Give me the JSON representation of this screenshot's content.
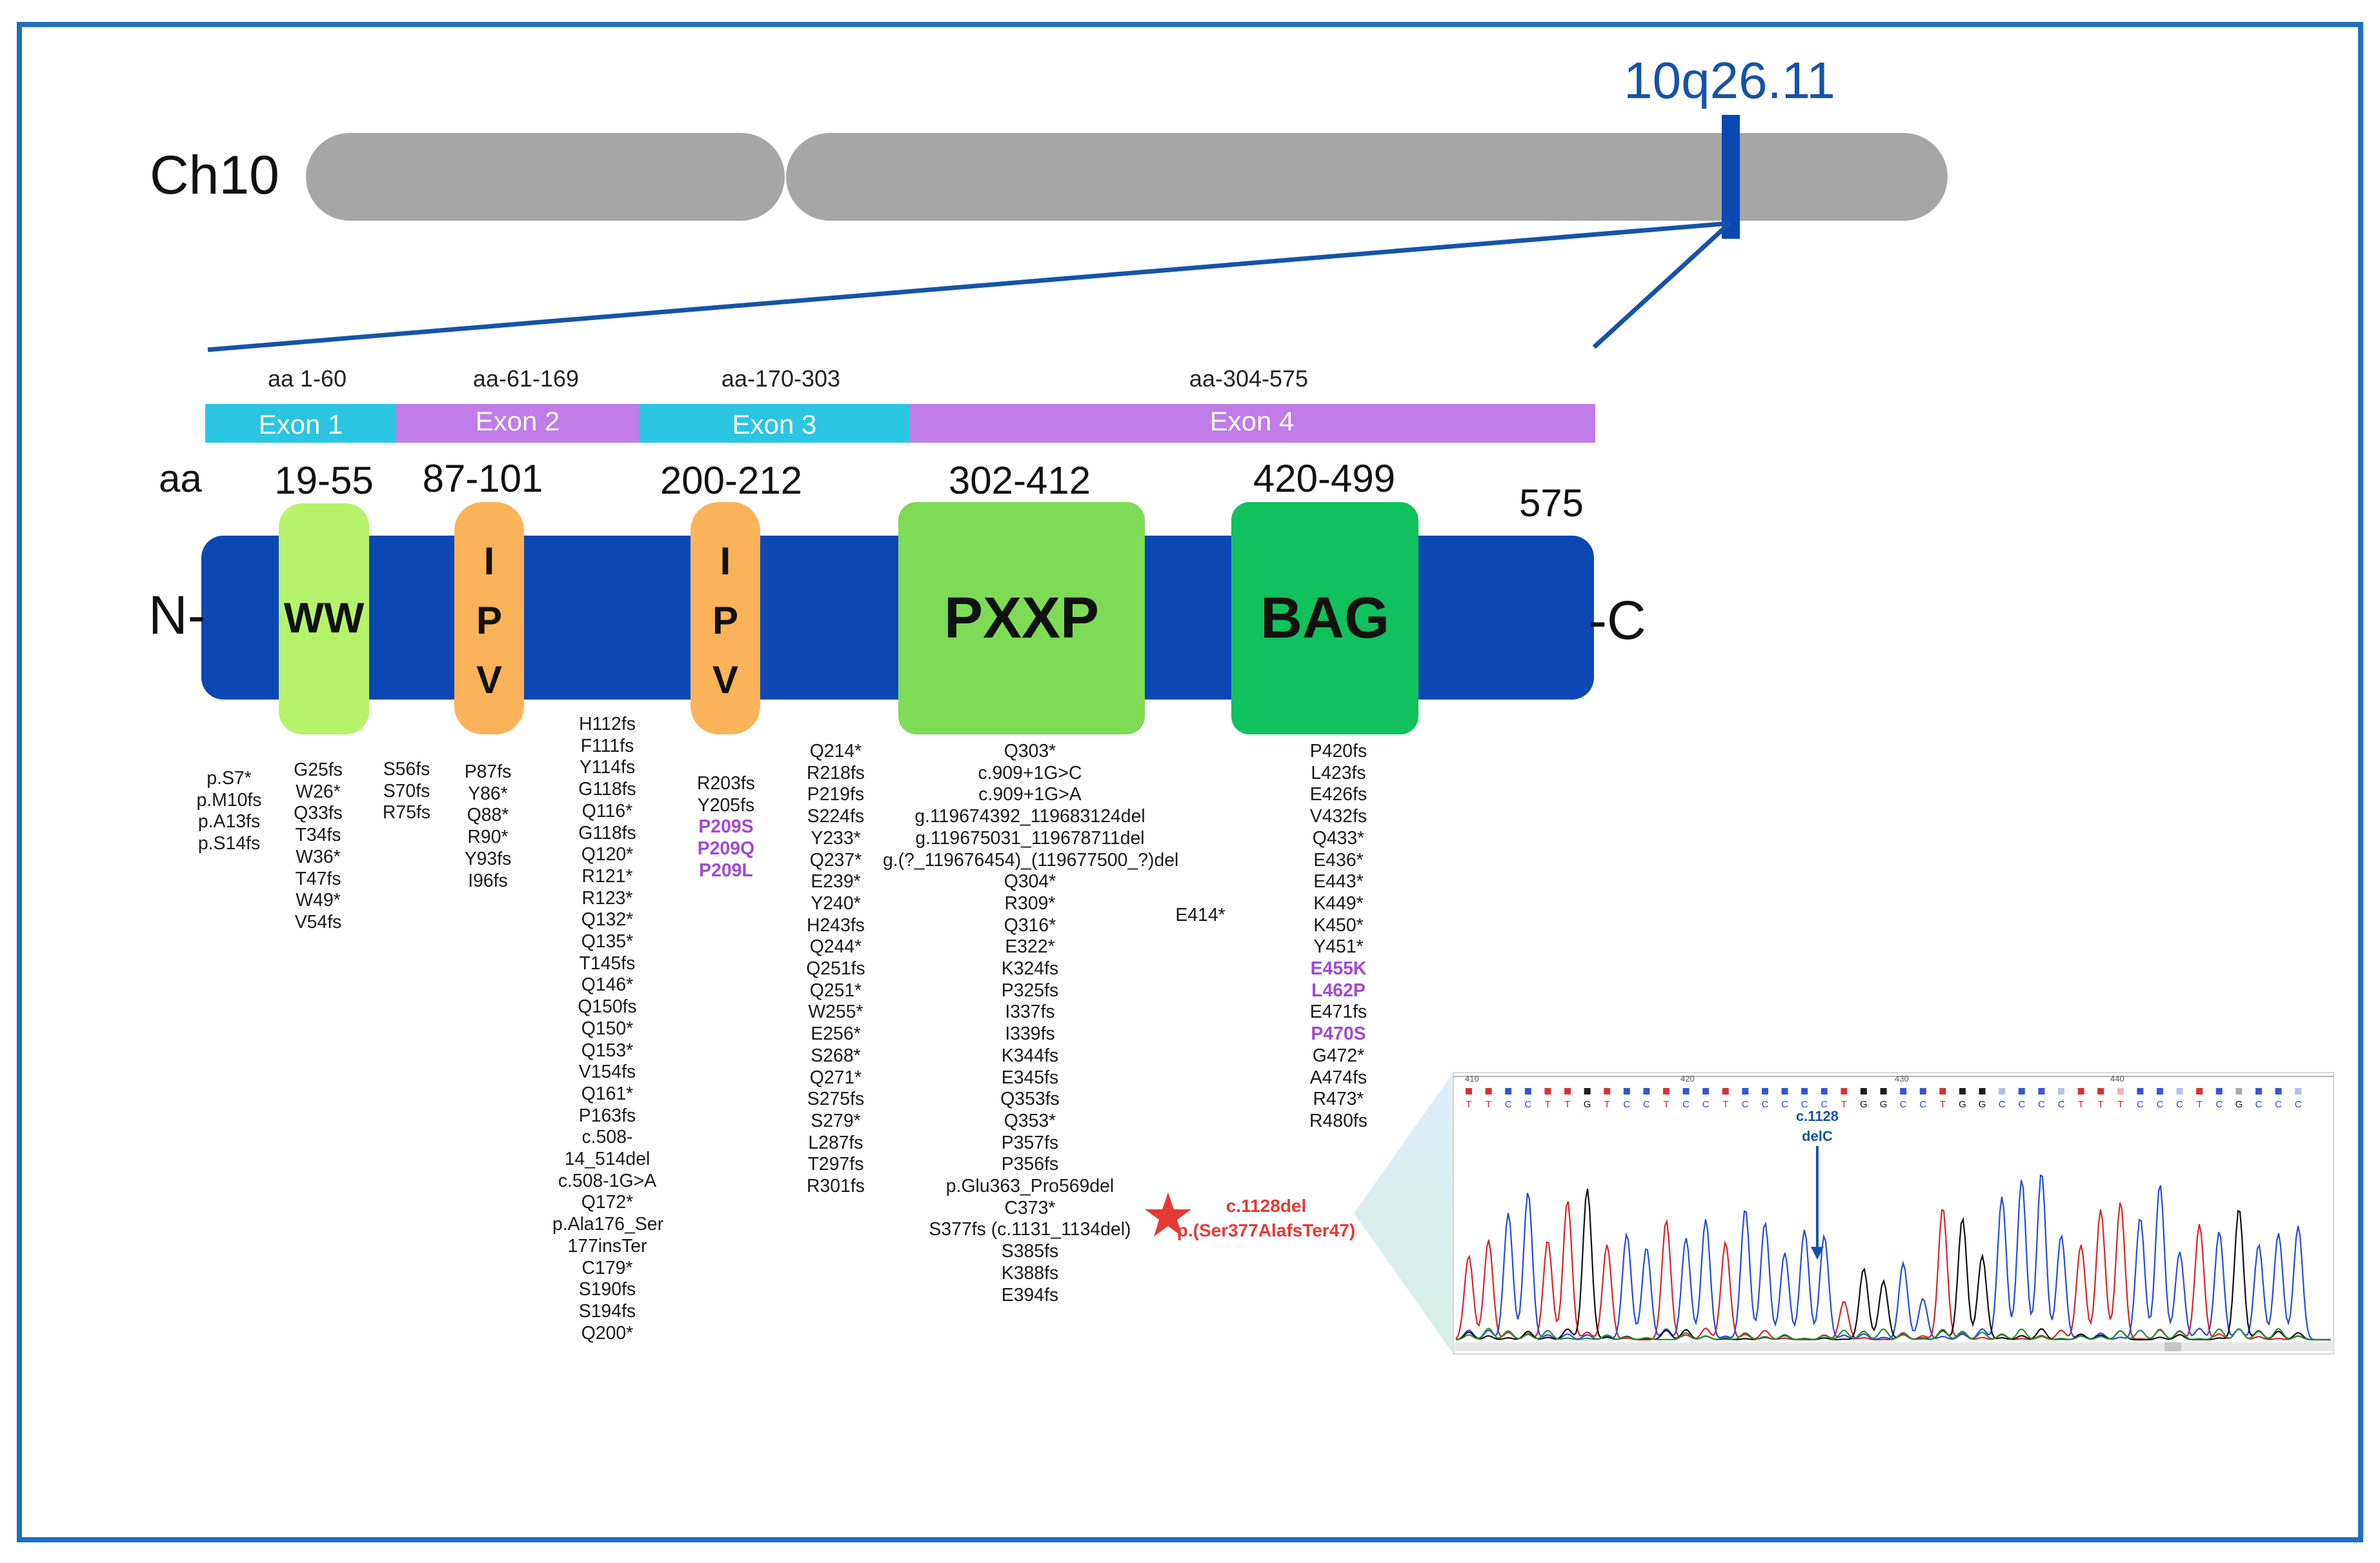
{
  "chromosome": {
    "label": "Ch10",
    "band_label": "10q26.11"
  },
  "exons": [
    {
      "range_label": "aa 1-60",
      "label": "Exon 1",
      "color": "#2cc4e3"
    },
    {
      "range_label": "aa-61-169",
      "label": "Exon 2",
      "color": "#c07ce8"
    },
    {
      "range_label": "aa-170-303",
      "label": "Exon 3",
      "color": "#2cc4e3"
    },
    {
      "range_label": "aa-304-575",
      "label": "Exon 4",
      "color": "#c07ce8"
    }
  ],
  "protein": {
    "aa_label": "aa",
    "n_term": "N-",
    "c_term": "-C",
    "length_label": "575",
    "body_color": "#0b48b4",
    "domains": [
      {
        "id": "ww",
        "range_label": "19-55",
        "name": "WW",
        "color": "#b5f36a"
      },
      {
        "id": "ipv1",
        "range_label": "87-101",
        "name_lines": [
          "I",
          "P",
          "V"
        ],
        "color": "#fbb35a"
      },
      {
        "id": "ipv2",
        "range_label": "200-212",
        "name_lines": [
          "I",
          "P",
          "V"
        ],
        "color": "#fbb35a"
      },
      {
        "id": "pxxp",
        "range_label": "302-412",
        "name": "PXXP",
        "color": "#7ddb55"
      },
      {
        "id": "bag",
        "range_label": "420-499",
        "name": "BAG",
        "color": "#10c15d"
      }
    ]
  },
  "mutation_columns": [
    {
      "id": "col-1",
      "items": [
        "p.S7*",
        "p.M10fs",
        "p.A13fs",
        "p.S14fs"
      ]
    },
    {
      "id": "col-2",
      "items": [
        "G25fs",
        "W26*",
        "Q33fs",
        "T34fs",
        "W36*",
        "T47fs",
        "W49*",
        "V54fs"
      ]
    },
    {
      "id": "col-3",
      "items": [
        "S56fs",
        "S70fs",
        "R75fs"
      ]
    },
    {
      "id": "col-4",
      "items": [
        "P87fs",
        "Y86*",
        "Q88*",
        "R90*",
        "Y93fs",
        "I96fs"
      ]
    },
    {
      "id": "col-5",
      "items": [
        "H112fs",
        "F111fs",
        "Y114fs",
        "G118fs",
        "Q116*",
        "G118fs",
        "Q120*",
        "R121*",
        "R123*",
        "Q132*",
        "Q135*",
        "T145fs",
        "Q146*",
        "Q150fs",
        "Q150*",
        "Q153*",
        "V154fs",
        "Q161*",
        "P163fs",
        "c.508-",
        "14_514del",
        "c.508-1G>A",
        "Q172*",
        "p.Ala176_Ser",
        "177insTer",
        "C179*",
        "S190fs",
        "S194fs",
        "Q200*"
      ]
    },
    {
      "id": "col-6",
      "items": [
        "R203fs",
        "Y205fs",
        "P209S",
        "P209Q",
        "P209L"
      ],
      "highlighted": [
        "P209S",
        "P209Q",
        "P209L"
      ]
    },
    {
      "id": "col-7",
      "items": [
        "Q214*",
        "R218fs",
        "P219fs",
        "S224fs",
        "Y233*",
        "Q237*",
        "E239*",
        "Y240*",
        "H243fs",
        "Q244*",
        "Q251fs",
        "Q251*",
        "W255*",
        "E256*",
        "S268*",
        "Q271*",
        "S275fs",
        "S279*",
        "L287fs",
        "T297fs",
        "R301fs"
      ]
    },
    {
      "id": "col-8",
      "items": [
        "Q303*",
        "c.909+1G>C",
        "c.909+1G>A",
        "g.119674392_119683124del",
        "g.119675031_119678711del",
        "g.(?_119676454)_(119677500_?)del",
        "Q304*",
        "R309*",
        "Q316*",
        "E322*",
        "K324fs",
        "P325fs",
        "I337fs",
        "I339fs",
        "K344fs",
        "E345fs",
        "Q353fs",
        "Q353*",
        "P357fs",
        "P356fs",
        "p.Glu363_Pro569del",
        "C373*",
        "S377fs (c.1131_1134del)",
        "S385fs",
        "K388fs",
        "E394fs"
      ]
    },
    {
      "id": "col-9",
      "items": [
        "E414*"
      ]
    },
    {
      "id": "col-10",
      "items": [
        "P420fs",
        "L423fs",
        "E426fs",
        "V432fs",
        "Q433*",
        "E436*",
        "E443*",
        "K449*",
        "K450*",
        "Y451*",
        "E455K",
        "L462P",
        "E471fs",
        "P470S",
        "G472*",
        "A474fs",
        "R473*",
        "R480fs"
      ],
      "highlighted": [
        "E455K",
        "L462P",
        "P470S"
      ]
    }
  ],
  "novel_variant": {
    "lines": [
      "c.1128del",
      "p.(Ser377AlafsTer47)"
    ],
    "color": "#e53935"
  },
  "chromatogram": {
    "position_labels": [
      "410",
      "420",
      "430",
      "440"
    ],
    "sequence": "TTCCTTGTCCTCCTCCCCCTGGCCTGGCCCCTTTCCCTCGCCC",
    "annotation_lines": [
      "c.1128",
      "delC"
    ]
  }
}
